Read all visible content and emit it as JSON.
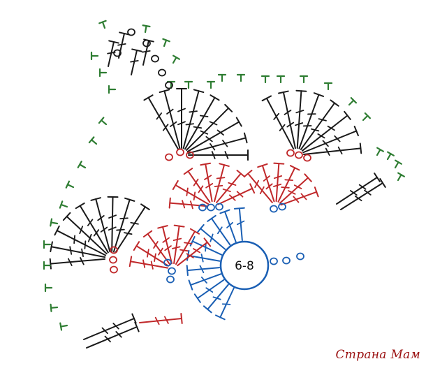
{
  "center_label": "6-8",
  "watermark": "Страна Мам",
  "colors": {
    "blue": "#1a5fb4",
    "red": "#c0282a",
    "black": "#1a1a1a",
    "green": "#2e7d32",
    "watermark": "#9a1010"
  },
  "rounds": [
    {
      "name": "round-1",
      "color": "blue",
      "stitch": "double-crochet",
      "count": 11
    },
    {
      "name": "round-2",
      "color": "red",
      "stitch": "double-crochet",
      "count": 20
    },
    {
      "name": "round-3",
      "color": "black",
      "stitch": "double-crochet",
      "count": 30
    }
  ]
}
